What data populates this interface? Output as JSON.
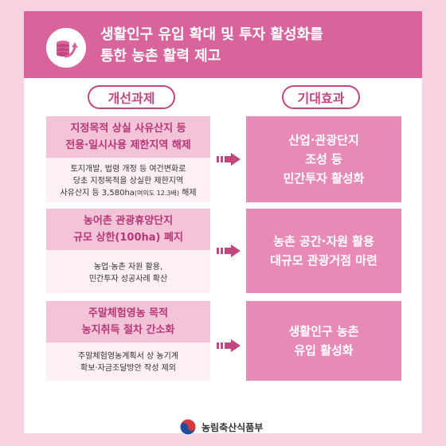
{
  "header": {
    "title_line1": "생활인구 유입 확대 및 투자 활성화를",
    "title_line2": "통한 농촌 활력 제고",
    "icon": "coins-growth-icon"
  },
  "columns": {
    "left_label": "개선과제",
    "right_label": "기대효과"
  },
  "rows": [
    {
      "task_line1": "지정목적 상실 사유산지 등",
      "task_line2": "전용·일시사용 제한지역 해제",
      "detail_line1": "토지개발, 법령 개정 등 여건변화로",
      "detail_line2": "당초 지정목적을 상실한 제한지역",
      "detail_line3_a": "사유산지 등 3,580ha",
      "detail_line3_small": "(여의도 12.3배)",
      "detail_line3_b": " 해제",
      "effect_line1": "산업·관광단지",
      "effect_line2": "조성 등",
      "effect_line3": "민간투자 활성화"
    },
    {
      "task_line1": "농어촌 관광휴양단지",
      "task_line2": "규모 상한(100ha) 폐지",
      "detail_line1": "농업·농촌 자원 활용,",
      "detail_line2": "민간투자 성공사례 확산",
      "effect_line1": "농촌 공간·자원 활용",
      "effect_line2": "대규모 관광거점 마련"
    },
    {
      "task_line1": "주말체험영농 목적",
      "task_line2": "농지취득 절차 간소화",
      "detail_line1": "주말체험영농계획서 상 농기계",
      "detail_line2": "확보·자금조달방안 작성 제외",
      "effect_line1": "생활인구 농촌",
      "effect_line2": "유입 활성화"
    }
  ],
  "footer": {
    "ministry": "농림축산식품부",
    "logo_icon": "taegeuk-emblem-icon"
  },
  "colors": {
    "background": "#f7d3e2",
    "header": "#d8649c",
    "accent": "#c4467f",
    "task_title_bg": "#f3c4d8",
    "task_bg": "#fcf0f5",
    "effect_bg": "#e88ab6"
  }
}
